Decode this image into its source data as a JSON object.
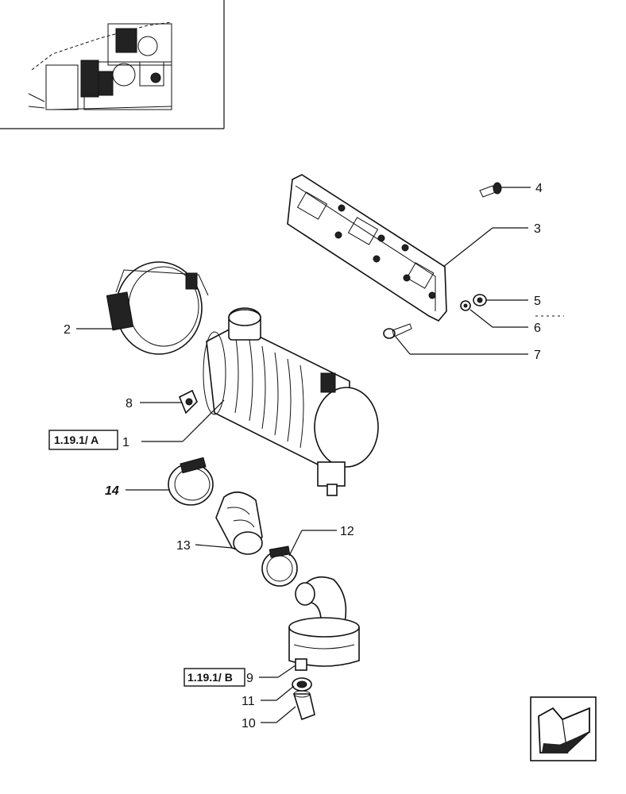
{
  "callouts": [
    {
      "id": "1",
      "label": "1"
    },
    {
      "id": "2",
      "label": "2"
    },
    {
      "id": "3",
      "label": "3"
    },
    {
      "id": "4",
      "label": "4"
    },
    {
      "id": "5",
      "label": "5"
    },
    {
      "id": "6",
      "label": "6"
    },
    {
      "id": "7",
      "label": "7"
    },
    {
      "id": "8",
      "label": "8"
    },
    {
      "id": "9",
      "label": "9"
    },
    {
      "id": "10",
      "label": "10"
    },
    {
      "id": "11",
      "label": "11"
    },
    {
      "id": "12",
      "label": "12"
    },
    {
      "id": "13",
      "label": "13"
    },
    {
      "id": "14",
      "label": "14"
    }
  ],
  "references": {
    "ref_a": "1.19.1/ A",
    "ref_b": "1.19.1/ B"
  },
  "icons": {
    "thumbnail": "engine-thumbnail-icon",
    "navigation": "back-arrow-icon"
  }
}
